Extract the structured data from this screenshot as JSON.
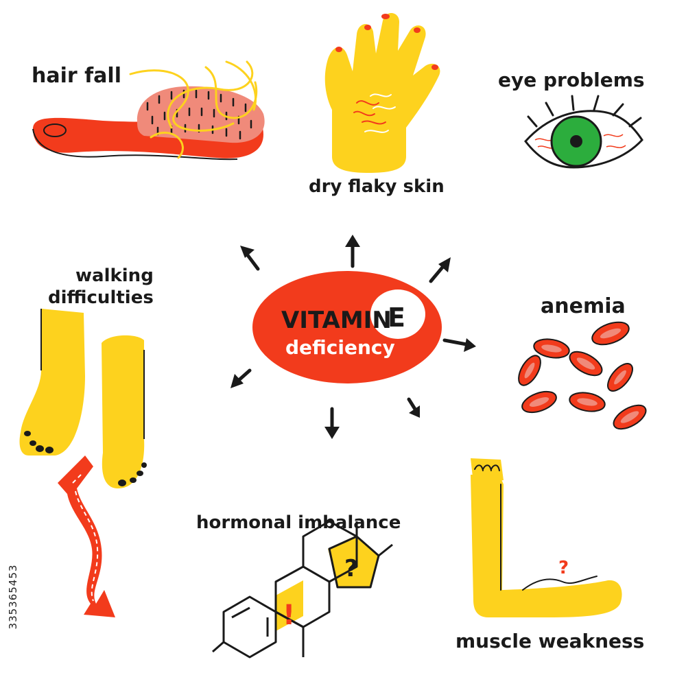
{
  "center": {
    "line1": "VITAMIN",
    "letter": "E",
    "line2": "deficiency"
  },
  "symptoms": {
    "hair_fall": "hair fall",
    "dry_skin": "dry flaky skin",
    "eye_problems": "eye problems",
    "walking": [
      "walking",
      "difficulties"
    ],
    "anemia": "anemia",
    "hormonal": "hormonal imbalance",
    "muscle": "muscle weakness"
  },
  "marks": {
    "question": "?",
    "exclaim": "!"
  },
  "stock_id": "335365453",
  "colors": {
    "red": "#f23b1c",
    "yellow": "#fdd21e",
    "pink": "#f08a7a",
    "green": "#2cad3d",
    "ink": "#1a1a1a"
  }
}
